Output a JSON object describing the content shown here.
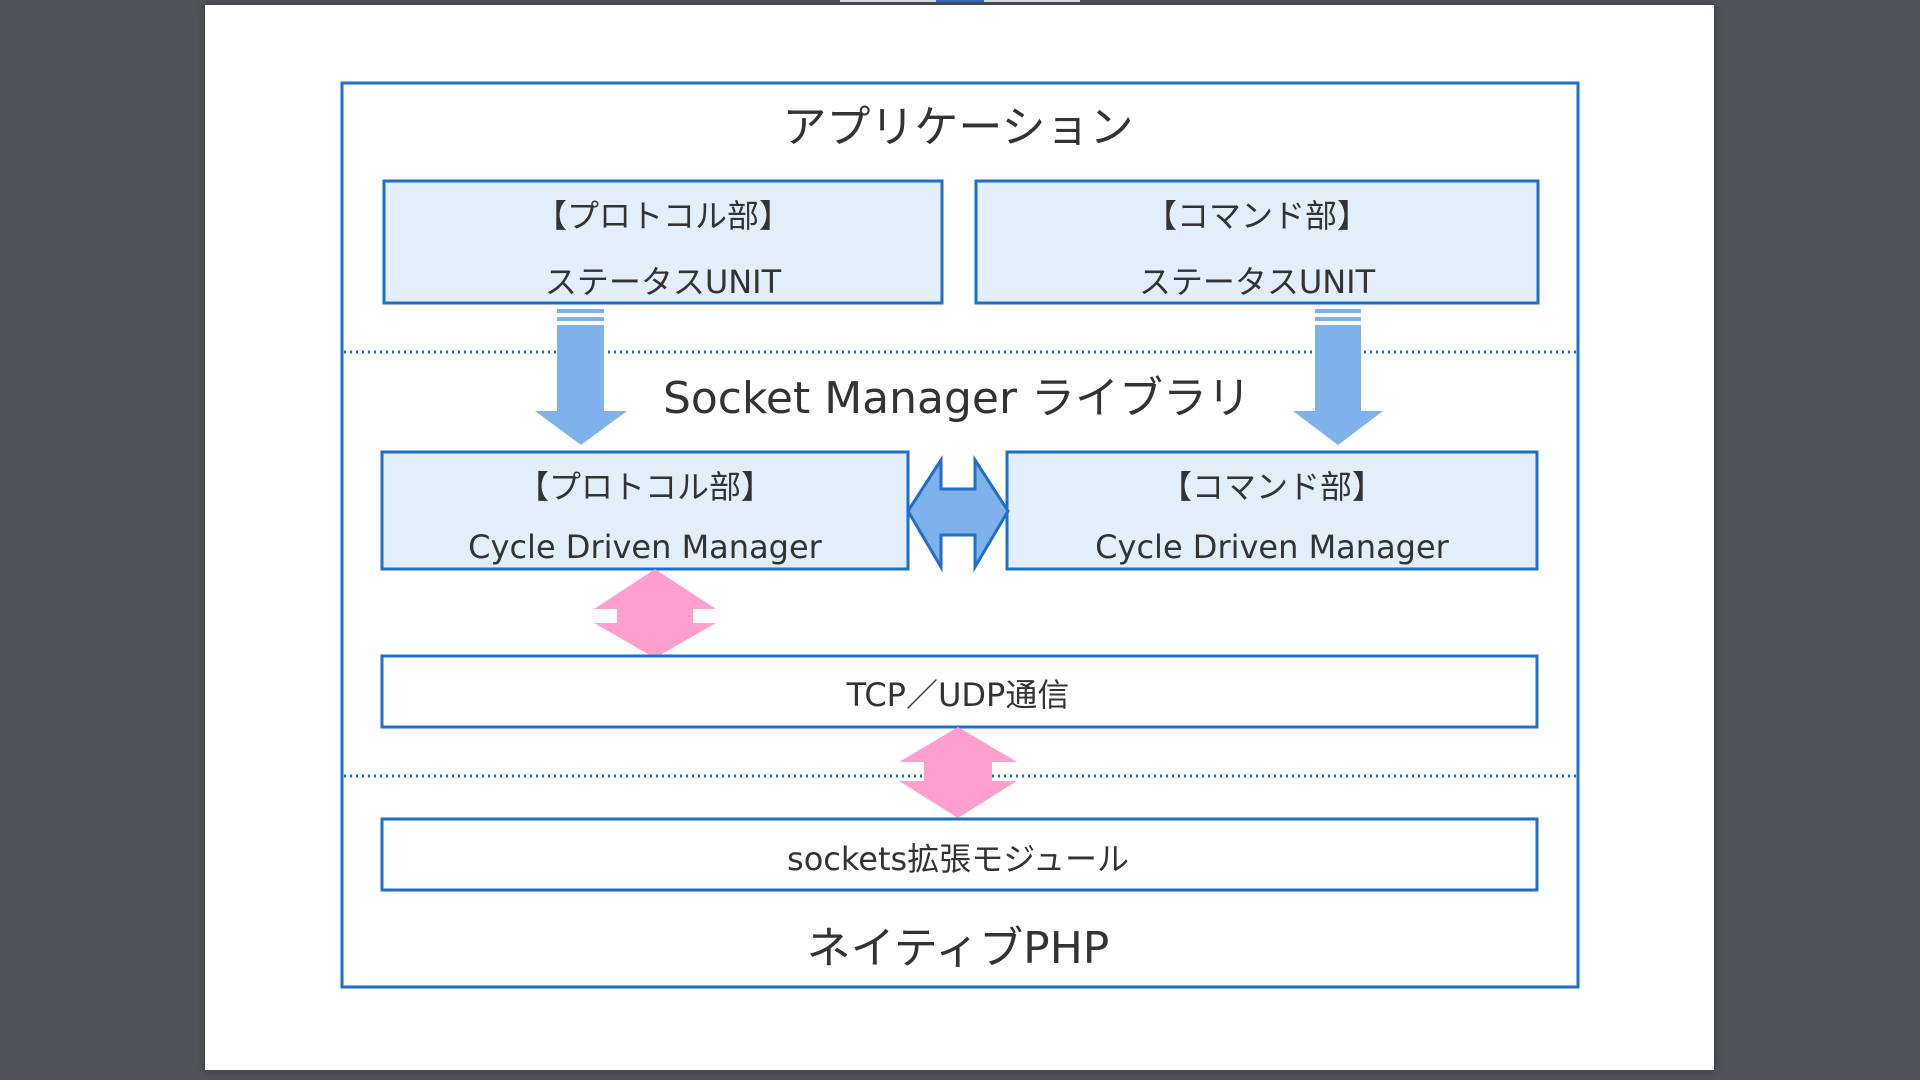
{
  "diagram": {
    "application_title": "アプリケーション",
    "protocol_status": {
      "section": "【プロトコル部】",
      "name": "ステータスUNIT"
    },
    "command_status": {
      "section": "【コマンド部】",
      "name": "ステータスUNIT"
    },
    "library_title": "Socket Manager ライブラリ",
    "protocol_cdm": {
      "section": "【プロトコル部】",
      "name": "Cycle Driven Manager"
    },
    "command_cdm": {
      "section": "【コマンド部】",
      "name": "Cycle Driven Manager"
    },
    "tcp_udp": "TCP／UDP通信",
    "sockets_module": "sockets拡張モジュール",
    "native_php": "ネイティブPHP"
  },
  "colors": {
    "border_blue": "#1f6fc8",
    "box_fill": "#e2eef9",
    "arrow_blue": "#7fb2ea",
    "arrow_pink": "#ff9fce",
    "text": "#333333",
    "background": "#505459",
    "page": "#ffffff"
  }
}
